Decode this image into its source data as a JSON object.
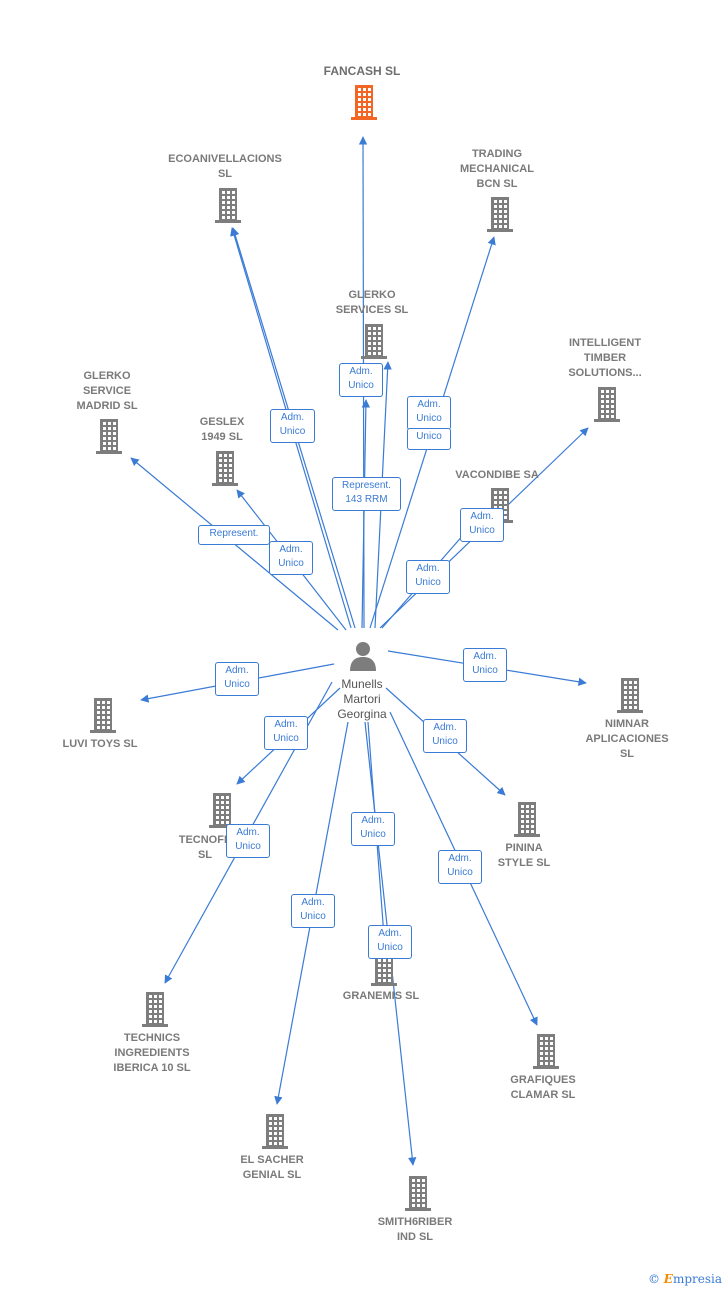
{
  "center": {
    "name": "Munells\nMartori\nGeorgina"
  },
  "companies": [
    {
      "id": "fancash",
      "name": "FANCASH  SL",
      "highlight": true
    },
    {
      "id": "ecoanivellacions",
      "name": "ECOANIVELLACIONS\nSL"
    },
    {
      "id": "trading",
      "name": "TRADING\nMECHANICAL\nBCN  SL"
    },
    {
      "id": "glerko_services",
      "name": "GLERKO\nSERVICES  SL"
    },
    {
      "id": "intelligent",
      "name": "INTELLIGENT\nTIMBER\nSOLUTIONS..."
    },
    {
      "id": "glerko_madrid",
      "name": "GLERKO\nSERVICE\nMADRID  SL"
    },
    {
      "id": "geslex",
      "name": "GESLEX\n1949  SL"
    },
    {
      "id": "vacondibe",
      "name": "VACONDIBE SA"
    },
    {
      "id": "luvi",
      "name": "LUVI TOYS  SL"
    },
    {
      "id": "nimnar",
      "name": "NIMNAR\nAPLICACIONES\nSL"
    },
    {
      "id": "tecnofe",
      "name": "TECNOFE\nSL"
    },
    {
      "id": "pinina",
      "name": "PININA\nSTYLE  SL"
    },
    {
      "id": "technics",
      "name": "TECHNICS\nINGREDIENTS\nIBERICA 10  SL"
    },
    {
      "id": "granemis",
      "name": "GRANEMIS  SL"
    },
    {
      "id": "grafiques",
      "name": "GRAFIQUES\nCLAMAR  SL"
    },
    {
      "id": "elsacher",
      "name": "EL SACHER\nGENIAL  SL"
    },
    {
      "id": "smith",
      "name": "SMITH6RIBER\nIND  SL"
    }
  ],
  "relations": [
    {
      "id": "r_eco",
      "label": "Adm.\nUnico"
    },
    {
      "id": "r_fancash_adm",
      "label": "Adm.\nUnico"
    },
    {
      "id": "r_trading",
      "label": "Adm.\nUnico"
    },
    {
      "id": "r_glerko_services",
      "label": "Unico"
    },
    {
      "id": "r_fancash_rep",
      "label": "Represent.\n143 RRM"
    },
    {
      "id": "r_madrid",
      "label": "Represent."
    },
    {
      "id": "r_geslex",
      "label": "Adm.\nUnico"
    },
    {
      "id": "r_intelligent",
      "label": "Adm.\nUnico"
    },
    {
      "id": "r_vacondibe",
      "label": "Adm.\nUnico"
    },
    {
      "id": "r_luvi",
      "label": "Adm.\nUnico"
    },
    {
      "id": "r_nimnar",
      "label": "Adm.\nUnico"
    },
    {
      "id": "r_tecnofe",
      "label": "Adm.\nUnico"
    },
    {
      "id": "r_pinina",
      "label": "Adm.\nUnico"
    },
    {
      "id": "r_technics",
      "label": "Adm.\nUnico"
    },
    {
      "id": "r_granemis",
      "label": "Adm.\nUnico"
    },
    {
      "id": "r_grafiques",
      "label": "Adm.\nUnico"
    },
    {
      "id": "r_elsacher",
      "label": "Adm.\nUnico"
    },
    {
      "id": "r_smith",
      "label": "Adm.\nUnico"
    }
  ],
  "colors": {
    "link": "#3a7bd5",
    "building": "#7d7d7d",
    "highlight": "#f26522",
    "person": "#7d7d7d"
  },
  "brand": {
    "copyright": "©",
    "initial": "E",
    "rest": "mpresia"
  }
}
